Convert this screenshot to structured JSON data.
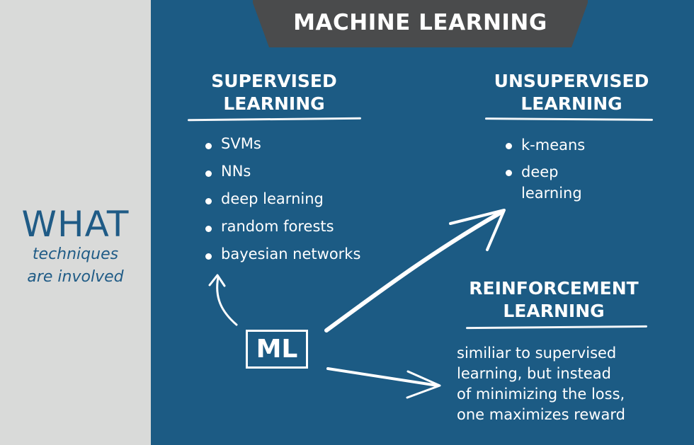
{
  "side": {
    "title": "WHAT",
    "subtitle_lines": [
      "techniques",
      "are involved"
    ]
  },
  "banner": {
    "title": "MACHINE LEARNING"
  },
  "center": {
    "label": "ML"
  },
  "supervised": {
    "title_lines": [
      "SUPERVISED",
      "LEARNING"
    ],
    "items": [
      "SVMs",
      "NNs",
      "deep learning",
      "random forests",
      "bayesian networks"
    ]
  },
  "unsupervised": {
    "title_lines": [
      "UNSUPERVISED",
      "LEARNING"
    ],
    "items": [
      {
        "lines": [
          "k-means"
        ]
      },
      {
        "lines": [
          "deep",
          "learning"
        ]
      }
    ]
  },
  "reinforcement": {
    "title_lines": [
      "REINFORCEMENT",
      "LEARNING"
    ],
    "description_lines": [
      "similiar to supervised",
      "learning, but instead",
      "of minimizing the loss,",
      "one maximizes reward"
    ]
  },
  "colors": {
    "panel": "#1c5b84",
    "banner": "#4a4b4c",
    "side_text": "#1f5b86",
    "side_background": "#d9dad9",
    "chalk": "#ffffff"
  }
}
